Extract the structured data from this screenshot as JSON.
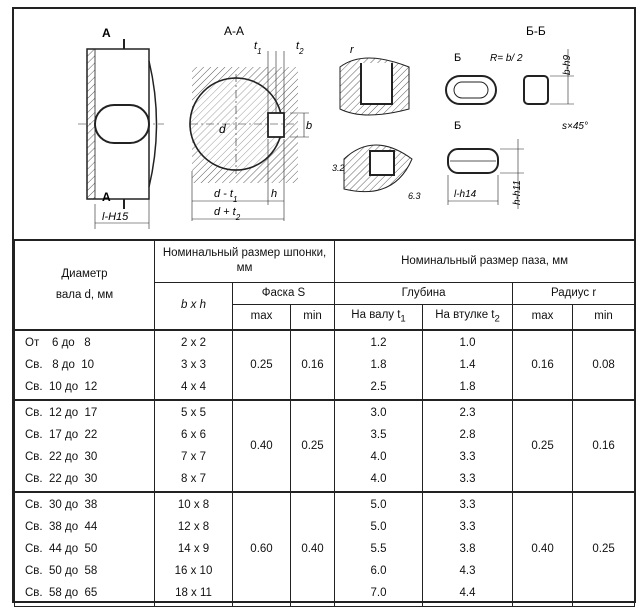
{
  "drawing": {
    "view_a": {
      "label": "А",
      "label_bottom": "А",
      "dim": "l-H15"
    },
    "section_aa": {
      "label": "А-А",
      "t1": "t",
      "t1_sub": "1",
      "t2": "t",
      "t2_sub": "2",
      "d": "d",
      "b": "b",
      "h": "h",
      "d_minus_t1": "d - t",
      "d_minus_t1_sub": "1",
      "d_plus_t2": "d + t",
      "d_plus_t2_sub": "2"
    },
    "detail_r": {
      "r": "r",
      "s1": "3.2",
      "s2": "6.3"
    },
    "section_bb": {
      "label": "Б-Б",
      "label_top": "Б",
      "label_bottom": "Б",
      "r_eq": "R= b/ 2",
      "b_h9": "b-h9",
      "s45": "s×45°",
      "l_h14": "l-h14",
      "h_h11": "h-h11"
    }
  },
  "table": {
    "headers": {
      "diameter": "Диаметр",
      "diameter2": "вала d, мм",
      "key_size": "Номинальный размер шпонки, мм",
      "bxh": "b x h",
      "chamfer": "Фаска S",
      "max": "max",
      "min": "min",
      "slot_size": "Номинальный размер паза, мм",
      "depth": "Глубина",
      "on_shaft": "На валу t",
      "on_shaft_sub": "1",
      "on_hub": "На втулке t",
      "on_hub_sub": "2",
      "radius": "Радиус r",
      "r_max": "max",
      "r_min": "min"
    },
    "groups": [
      {
        "rows": [
          {
            "diam": "От    6 до   8",
            "bxh": "2 x 2",
            "t1": "1.2",
            "t2": "1.0"
          },
          {
            "diam": "Св.   8 до  10",
            "bxh": "3 x 3",
            "t1": "1.8",
            "t2": "1.4"
          },
          {
            "diam": "Св.  10 до  12",
            "bxh": "4 x 4",
            "t1": "2.5",
            "t2": "1.8"
          }
        ],
        "s_max": "0.25",
        "s_min": "0.16",
        "r_max": "0.16",
        "r_min": "0.08"
      },
      {
        "rows": [
          {
            "diam": "Св.  12 до  17",
            "bxh": "5 x 5",
            "t1": "3.0",
            "t2": "2.3"
          },
          {
            "diam": "Св.  17 до  22",
            "bxh": "6 x 6",
            "t1": "3.5",
            "t2": "2.8"
          },
          {
            "diam": "Св.  22 до  30",
            "bxh": "7 x 7",
            "t1": "4.0",
            "t2": "3.3"
          },
          {
            "diam": "Св.  22 до  30",
            "bxh": "8 x 7",
            "t1": "4.0",
            "t2": "3.3"
          }
        ],
        "s_max": "0.40",
        "s_min": "0.25",
        "r_max": "0.25",
        "r_min": "0.16"
      },
      {
        "rows": [
          {
            "diam": "Св.  30 до  38",
            "bxh": "10 x 8",
            "t1": "5.0",
            "t2": "3.3"
          },
          {
            "diam": "Св.  38 до  44",
            "bxh": "12 x 8",
            "t1": "5.0",
            "t2": "3.3"
          },
          {
            "diam": "Св.  44 до  50",
            "bxh": "14 x 9",
            "t1": "5.5",
            "t2": "3.8"
          },
          {
            "diam": "Св.  50 до  58",
            "bxh": "16 x 10",
            "t1": "6.0",
            "t2": "4.3"
          },
          {
            "diam": "Св.  58 до  65",
            "bxh": "18 x 11",
            "t1": "7.0",
            "t2": "4.4"
          }
        ],
        "s_max": "0.60",
        "s_min": "0.40",
        "r_max": "0.40",
        "r_min": "0.25"
      }
    ]
  }
}
